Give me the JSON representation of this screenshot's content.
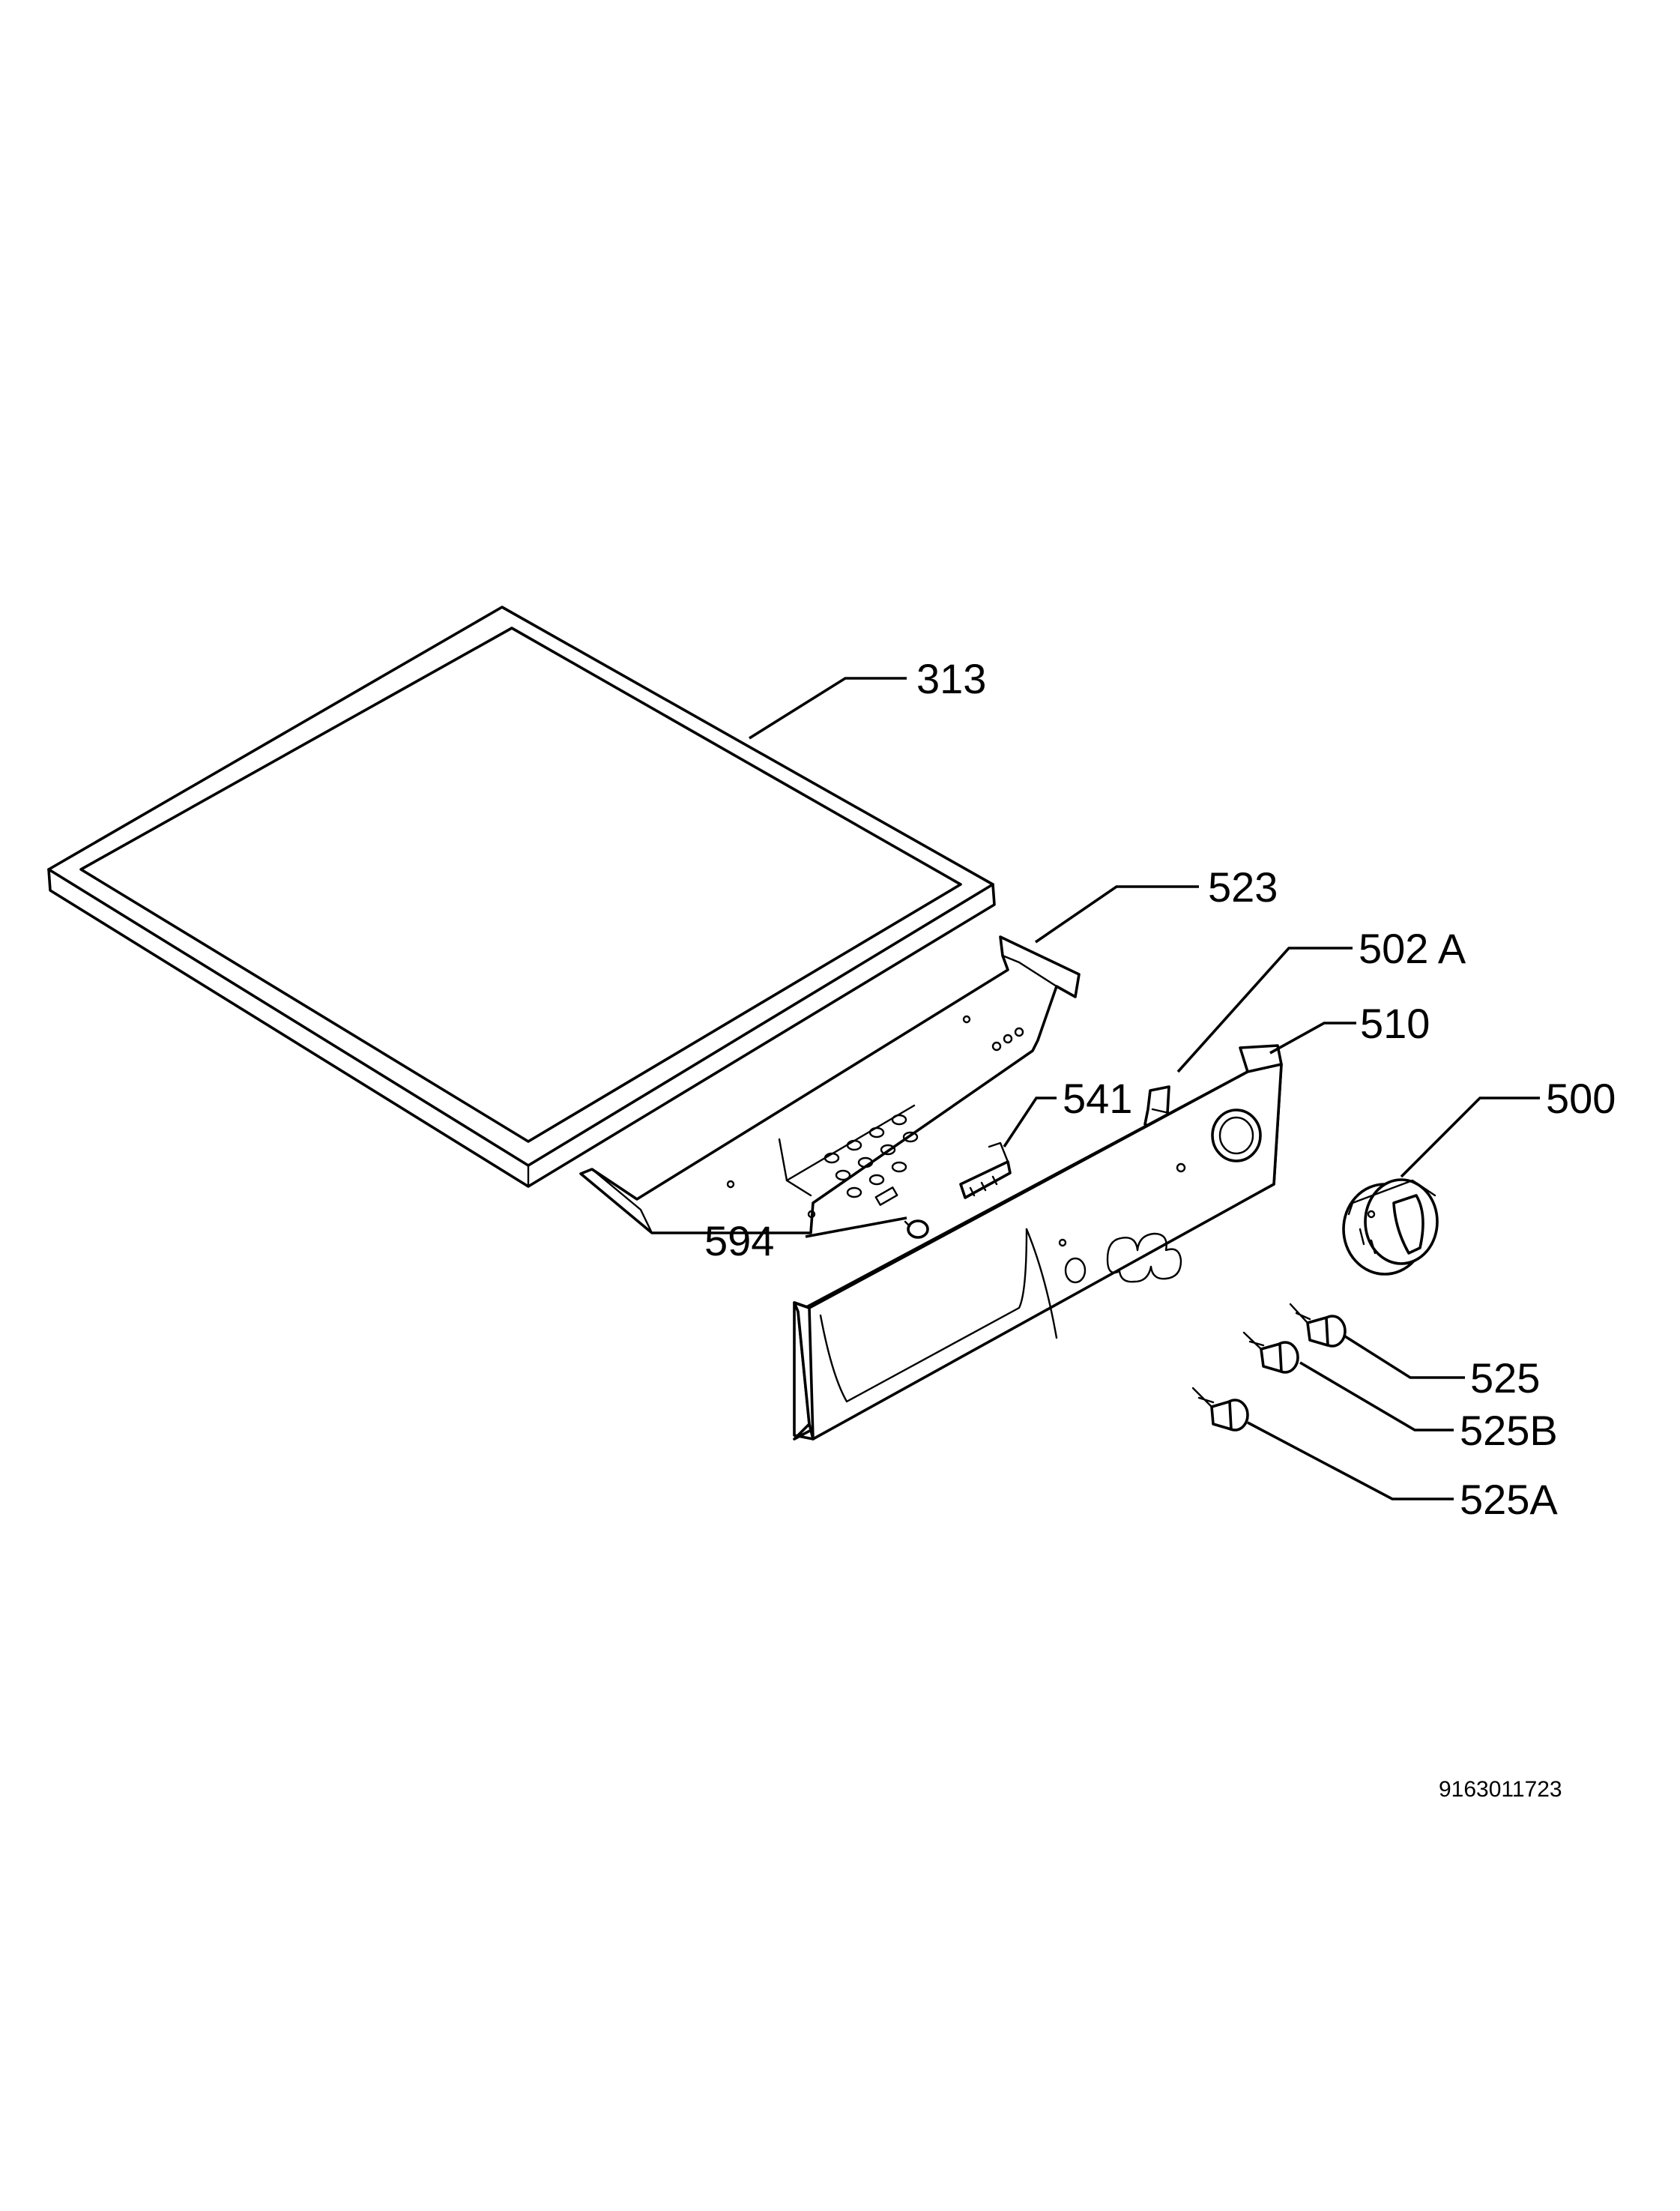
{
  "diagram": {
    "part_labels": {
      "p313": "313",
      "p523": "523",
      "p502a": "502 A",
      "p510": "510",
      "p541": "541",
      "p500": "500",
      "p594": "594",
      "p525": "525",
      "p525b": "525B",
      "p525a": "525A"
    },
    "drawing_number": "9163011723"
  }
}
